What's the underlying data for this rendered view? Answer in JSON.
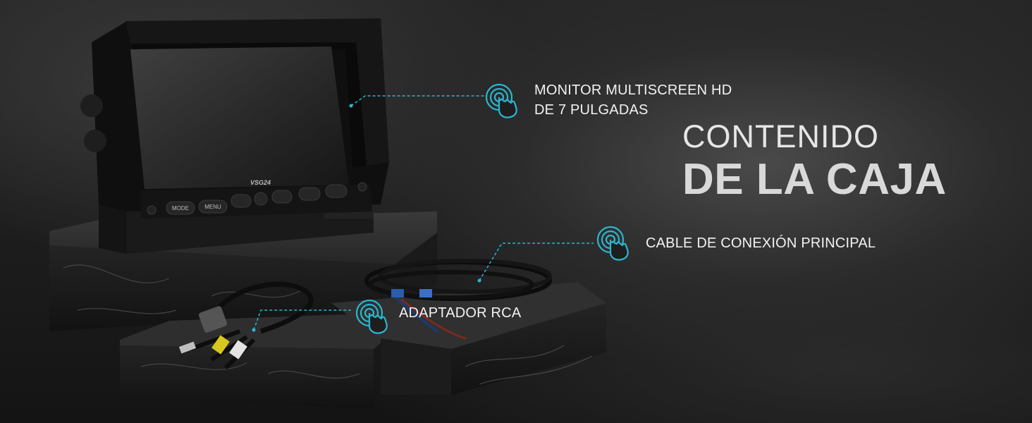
{
  "heading": {
    "line1": "CONTENIDO",
    "line2": "DE LA CAJA"
  },
  "callouts": [
    {
      "lines": [
        "MONITOR MULTISCREEN HD",
        "DE 7 PULGADAS"
      ],
      "icon": "touch-icon"
    },
    {
      "lines": [
        "CABLE DE CONEXIÓN PRINCIPAL"
      ],
      "icon": "touch-icon"
    },
    {
      "lines": [
        "ADAPTADOR RCA"
      ],
      "icon": "touch-icon"
    }
  ],
  "monitor": {
    "brand": "VSG24",
    "buttons": [
      "MODE",
      "MENU"
    ]
  },
  "colors": {
    "accent": "#2bb6cf",
    "text": "#f2f2f2"
  }
}
